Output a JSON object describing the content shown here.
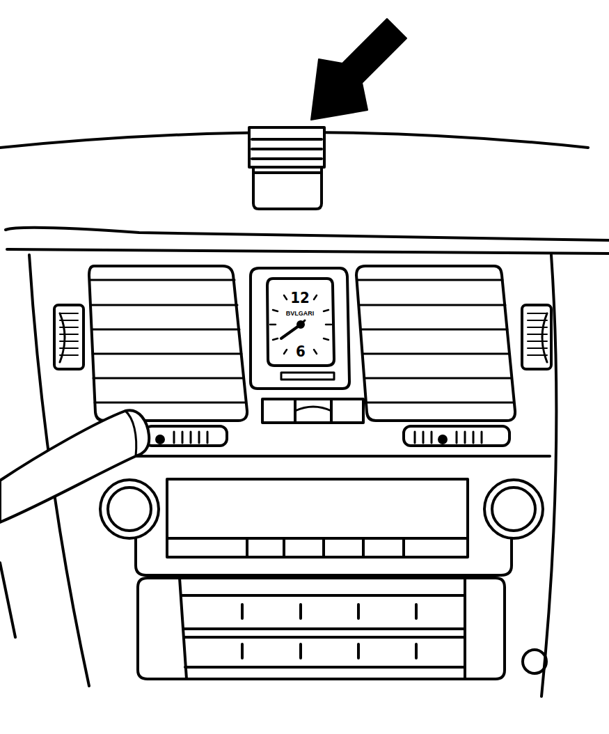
{
  "diagram": {
    "labels": [
      "12",
      "BVLGARI",
      "6"
    ]
  }
}
